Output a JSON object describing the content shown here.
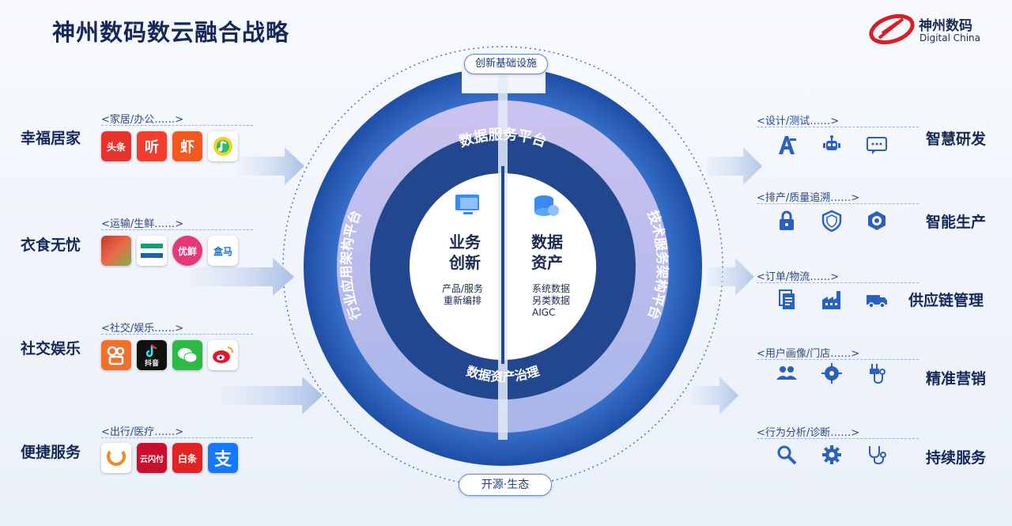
{
  "header": {
    "title": "神州数码数云融合战略"
  },
  "logo": {
    "name_cn": "神州数码",
    "name_en": "Digital China"
  },
  "left_sections": [
    {
      "label": "幸福居家",
      "category": "<家居/办公……>",
      "apps": [
        {
          "name": "头条",
          "color": "#e8322e"
        },
        {
          "name": "听",
          "color": "#f23d2f"
        },
        {
          "name": "虾",
          "color": "#f05a1e"
        },
        {
          "name": "",
          "color": "#ffffff"
        }
      ]
    },
    {
      "label": "衣食无忧",
      "category": "<运输/生鲜……>",
      "apps": [
        {
          "name": "",
          "color": "#c0392b"
        },
        {
          "name": "",
          "color": "#ffffff"
        },
        {
          "name": "优鲜",
          "color": "#e6377a"
        },
        {
          "name": "盒马",
          "color": "#ffffff"
        }
      ]
    },
    {
      "label": "社交娱乐",
      "category": "<社交/娱乐……>",
      "apps": [
        {
          "name": "",
          "color": "#f0702c"
        },
        {
          "name": "抖音",
          "color": "#111111"
        },
        {
          "name": "",
          "color": "#2dbb45"
        },
        {
          "name": "",
          "color": "#ffffff"
        }
      ]
    },
    {
      "label": "便捷服务",
      "category": "<出行/医疗……>",
      "apps": [
        {
          "name": "",
          "color": "#ffffff"
        },
        {
          "name": "云闪付",
          "color": "#c8102e"
        },
        {
          "name": "白条",
          "color": "#e02424"
        },
        {
          "name": "支",
          "color": "#1677ff"
        }
      ]
    }
  ],
  "right_sections": [
    {
      "label": "智慧研发",
      "category": "<设计/测试……>",
      "icons": [
        "font-icon",
        "robot-icon",
        "chat-icon"
      ]
    },
    {
      "label": "智能生产",
      "category": "<排产/质量追溯……>",
      "icons": [
        "lock-icon",
        "shield-icon",
        "hex-target-icon"
      ]
    },
    {
      "label": "供应链管理",
      "category": "<订单/物流……>",
      "icons": [
        "documents-icon",
        "factory-icon",
        "truck-icon"
      ]
    },
    {
      "label": "精准营销",
      "category": "<用户画像/门店……>",
      "icons": [
        "users-icon",
        "location-icon",
        "plug-icon"
      ]
    },
    {
      "label": "持续服务",
      "category": "<行为分析/诊断……>",
      "icons": [
        "search-icon",
        "gear-icon",
        "stethoscope-icon"
      ]
    }
  ],
  "center": {
    "top_pill": "创新基础设施",
    "bottom_pill": "开源·生态",
    "left_arc": "行业应用架构平台",
    "right_arc": "技术服务架构平台",
    "top_band": "数据服务平台",
    "bottom_band": "数据资产治理",
    "left_half": {
      "title_line1": "业务",
      "title_line2": "创新",
      "sub_line1": "产品/服务",
      "sub_line2": "重新编排"
    },
    "right_half": {
      "title_line1": "数据",
      "title_line2": "资产",
      "sub_line1": "系统数据",
      "sub_line2": "另类数据",
      "sub_line3": "AIGC"
    }
  },
  "colors": {
    "navy": "#14295a",
    "ring_blue": "#2f62b6",
    "ring_light": "#c4cdf2",
    "band_dark": "#22478f"
  }
}
